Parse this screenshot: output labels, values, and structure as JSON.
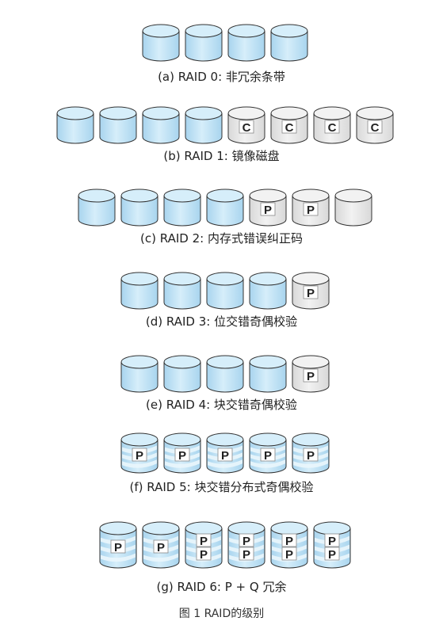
{
  "colors": {
    "data_disk": "#a8d4ee",
    "data_disk_light": "#d6eefa",
    "parity_disk": "#d8d8d8",
    "parity_disk_light": "#f2f2f2",
    "outline": "#333333",
    "badge": "#ffffff"
  },
  "rows": [
    {
      "label": "(a) RAID 0: 非冗余条带",
      "disks": [
        {
          "kind": "data"
        },
        {
          "kind": "data"
        },
        {
          "kind": "data"
        },
        {
          "kind": "data"
        }
      ]
    },
    {
      "label": "(b) RAID 1: 镜像磁盘",
      "disks": [
        {
          "kind": "data"
        },
        {
          "kind": "data"
        },
        {
          "kind": "data"
        },
        {
          "kind": "data"
        },
        {
          "kind": "check",
          "marks": [
            "C"
          ]
        },
        {
          "kind": "check",
          "marks": [
            "C"
          ]
        },
        {
          "kind": "check",
          "marks": [
            "C"
          ]
        },
        {
          "kind": "check",
          "marks": [
            "C"
          ]
        }
      ]
    },
    {
      "label": "(c) RAID 2: 内存式错误纠正码",
      "disks": [
        {
          "kind": "data"
        },
        {
          "kind": "data"
        },
        {
          "kind": "data"
        },
        {
          "kind": "data"
        },
        {
          "kind": "check",
          "marks": [
            "P"
          ]
        },
        {
          "kind": "check",
          "marks": [
            "P"
          ]
        },
        {
          "kind": "check"
        }
      ]
    },
    {
      "label": "(d) RAID 3: 位交错奇偶校验",
      "disks": [
        {
          "kind": "data"
        },
        {
          "kind": "data"
        },
        {
          "kind": "data"
        },
        {
          "kind": "data"
        },
        {
          "kind": "check",
          "marks": [
            "P"
          ]
        }
      ]
    },
    {
      "label": "(e) RAID 4: 块交错奇偶校验",
      "disks": [
        {
          "kind": "data"
        },
        {
          "kind": "data"
        },
        {
          "kind": "data"
        },
        {
          "kind": "data"
        },
        {
          "kind": "check",
          "marks": [
            "P"
          ]
        }
      ]
    },
    {
      "label": "(f) RAID 5: 块交错分布式奇偶校验",
      "disks": [
        {
          "kind": "striped",
          "marks": [
            "P"
          ]
        },
        {
          "kind": "striped",
          "marks": [
            "P"
          ]
        },
        {
          "kind": "striped",
          "marks": [
            "P"
          ]
        },
        {
          "kind": "striped",
          "marks": [
            "P"
          ]
        },
        {
          "kind": "striped",
          "marks": [
            "P"
          ]
        }
      ]
    },
    {
      "label": "(g) RAID 6: P + Q 冗余",
      "disks": [
        {
          "kind": "striped",
          "marks": [
            "P"
          ]
        },
        {
          "kind": "striped",
          "marks": [
            "P"
          ]
        },
        {
          "kind": "striped",
          "marks": [
            "P",
            "P"
          ]
        },
        {
          "kind": "striped",
          "marks": [
            "P",
            "P"
          ]
        },
        {
          "kind": "striped",
          "marks": [
            "P",
            "P"
          ]
        },
        {
          "kind": "striped",
          "marks": [
            "P",
            "P"
          ]
        }
      ]
    }
  ],
  "caption": "图 1 RAID的级别"
}
